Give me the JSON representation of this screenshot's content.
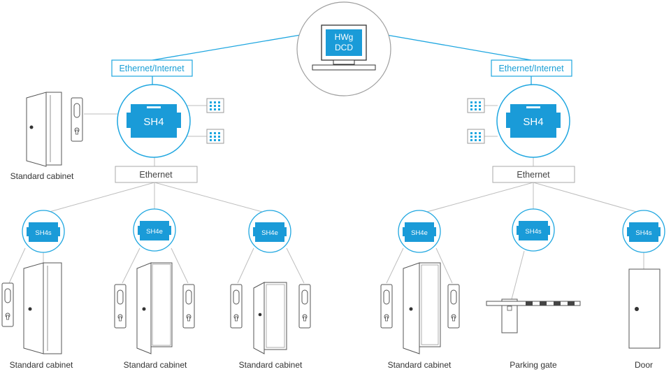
{
  "server": {
    "line1": "HWg",
    "line2": "DCD"
  },
  "networks": {
    "left_internet": "Ethernet/Internet",
    "right_internet": "Ethernet/Internet",
    "left_ethernet": "Ethernet",
    "right_ethernet": "Ethernet"
  },
  "controllers": {
    "left_main": "SH4",
    "right_main": "SH4",
    "n1": "SH4s",
    "n2": "SH4e",
    "n3": "SH4e",
    "n4": "SH4e",
    "n5": "SH4s",
    "n6": "SH4s"
  },
  "labels": {
    "top_cabinet": "Standard cabinet",
    "cab1": "Standard cabinet",
    "cab2": "Standard cabinet",
    "cab3": "Standard cabinet",
    "cab4": "Standard cabinet",
    "parking": "Parking gate",
    "door": "Door"
  },
  "colors": {
    "accent": "#1ea6e0",
    "device": "#1a9bd8",
    "line": "#bdbdbd"
  }
}
